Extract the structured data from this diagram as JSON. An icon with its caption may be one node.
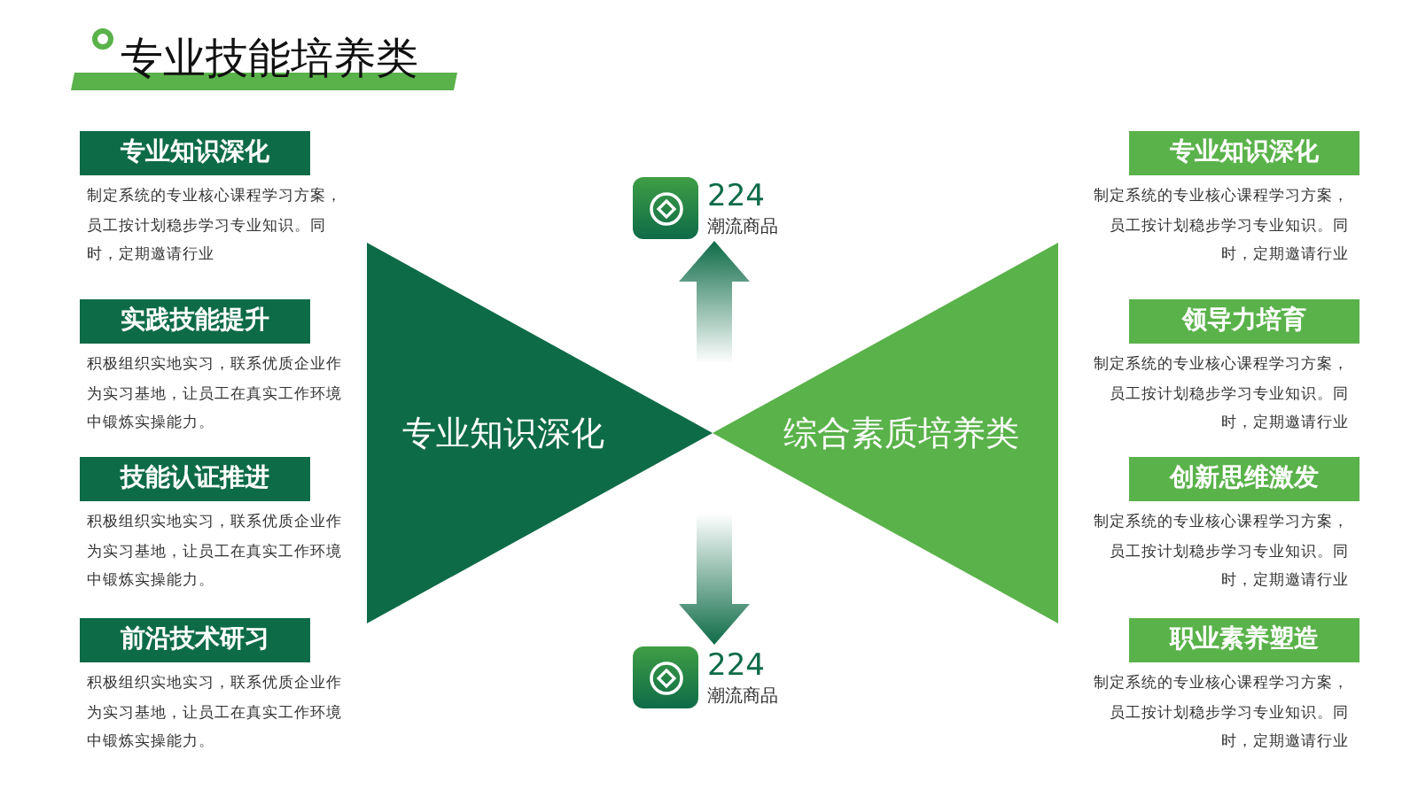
{
  "diagram": {
    "title": "专业技能培养类",
    "nodes": [
      {
        "text": [
          "专业知识深化"
        ],
        "beside": [
          "制定系统的专业核心课程学习方案，员工按计划稳步学习专业知识。同时，定期邀请行业"
        ]
      },
      {
        "text": [
          "实践技能提升"
        ],
        "beside": [
          "积极组织实地实习，联系优质企业作为实习基地，让员工在真实工作环境中锻炼实操能力。"
        ]
      },
      {
        "text": [
          "技能认证推进"
        ],
        "beside": [
          "积极组织实地实习，联系优质企业作为实习基地，让员工在真实工作环境中锻炼实操能力。"
        ]
      },
      {
        "text": [
          "前沿技术研习"
        ],
        "beside": [
          "积极组织实地实习，联系优质企业作为实习基地，让员工在真实工作环境中锻炼实操能力。"
        ]
      },
      {
        "text": [
          "专业知识深化"
        ]
      },
      {
        "text": [
          "综合素质培养类"
        ]
      },
      {
        "text": [],
        "shape": "box",
        "beside": [
          "224",
          "潮流商品"
        ]
      },
      {
        "text": [],
        "shape": "box",
        "beside": [
          "224",
          "潮流商品"
        ]
      },
      {
        "text": [
          "专业知识深化"
        ],
        "beside": [
          "制定系统的专业核心课程学习方案，员工按计划稳步学习专业知识。同时，定期邀请行业"
        ]
      },
      {
        "text": [
          "领导力培育"
        ],
        "beside": [
          "制定系统的专业核心课程学习方案，员工按计划稳步学习专业知识。同时，定期邀请行业"
        ]
      },
      {
        "text": [
          "创新思维激发"
        ],
        "beside": [
          "制定系统的专业核心课程学习方案，员工按计划稳步学习专业知识。同时，定期邀请行业"
        ]
      },
      {
        "text": [
          "职业素养塑造"
        ],
        "beside": [
          "制定系统的专业核心课程学习方案，员工按计划稳步学习专业知识。同时，定期邀请行业"
        ]
      }
    ],
    "edges": [
      {
        "from": null,
        "to": 6,
        "arrow": "to"
      },
      {
        "from": null,
        "to": 7,
        "arrow": "to"
      }
    ]
  }
}
